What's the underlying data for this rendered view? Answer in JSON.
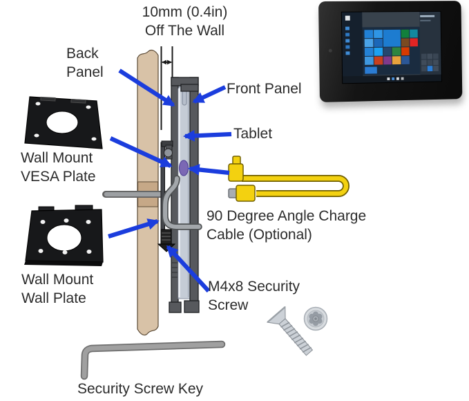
{
  "labels": {
    "offset": {
      "line1": "10mm (0.4in)",
      "line2": "Off The Wall"
    },
    "back_panel": {
      "line1": "Back",
      "line2": "Panel"
    },
    "front_panel": "Front Panel",
    "tablet": "Tablet",
    "vesa_plate": {
      "line1": "Wall Mount",
      "line2": "VESA Plate"
    },
    "charge_cable": {
      "line1": "90 Degree Angle Charge",
      "line2": "Cable (Optional)"
    },
    "wall_plate": {
      "line1": "Wall Mount",
      "line2": "Wall Plate"
    },
    "security_screw": {
      "line1": "M4x8 Security",
      "line2": "Screw"
    },
    "screw_key": "Security Screw Key"
  },
  "colors": {
    "arrow_blue": "#1b3ddd",
    "wall_tan": "#d8c2a7",
    "wall_band_tan": "#c6a887",
    "panel_dark_gray": "#57595d",
    "tablet_slab_gray": "#c5ccd6",
    "charge_port_purple": "#7b68b4",
    "cable_yellow": "#f3d110",
    "key_gray": "#9e9e9e",
    "screw_silver": "#ccd1d7",
    "plate_black": "#17181a"
  },
  "tablet_preview": {
    "screen_bg": "#38424c",
    "tiles": [
      {
        "l": 0,
        "t": 0,
        "w": 30,
        "h": 103,
        "c": "#15202d"
      },
      {
        "l": 30,
        "t": 22,
        "w": 86,
        "h": 70,
        "c": "#1a2c40"
      },
      {
        "l": 116,
        "t": 0,
        "w": 32,
        "h": 103,
        "c": "#27323e"
      },
      {
        "l": 117,
        "t": 5,
        "w": 22,
        "h": 3,
        "c": "#9fb0c0"
      },
      {
        "l": 117,
        "t": 12,
        "w": 16,
        "h": 2,
        "c": "#5d6d7d"
      },
      {
        "l": 5,
        "t": 5,
        "w": 7,
        "h": 7,
        "c": "#e3e7ea"
      },
      {
        "l": 5,
        "t": 21,
        "w": 6,
        "h": 5,
        "c": "#3f8cd6"
      },
      {
        "l": 5,
        "t": 30,
        "w": 6,
        "h": 5,
        "c": "#2e79c4"
      },
      {
        "l": 5,
        "t": 39,
        "w": 6,
        "h": 5,
        "c": "#3f8cd6"
      },
      {
        "l": 5,
        "t": 48,
        "w": 6,
        "h": 5,
        "c": "#2e79c4"
      },
      {
        "l": 5,
        "t": 57,
        "w": 6,
        "h": 5,
        "c": "#3f8cd6"
      },
      {
        "l": 33,
        "t": 26,
        "w": 13,
        "h": 12,
        "c": "#2181d6"
      },
      {
        "l": 47,
        "t": 26,
        "w": 13,
        "h": 12,
        "c": "#2f95e5"
      },
      {
        "l": 61,
        "t": 26,
        "w": 26,
        "h": 25,
        "c": "#1d7cd0"
      },
      {
        "l": 88,
        "t": 26,
        "w": 12,
        "h": 12,
        "c": "#12803c"
      },
      {
        "l": 101,
        "t": 26,
        "w": 12,
        "h": 12,
        "c": "#14889e"
      },
      {
        "l": 33,
        "t": 39,
        "w": 13,
        "h": 12,
        "c": "#4aa3e8"
      },
      {
        "l": 47,
        "t": 39,
        "w": 13,
        "h": 12,
        "c": "#1b67b8"
      },
      {
        "l": 88,
        "t": 39,
        "w": 12,
        "h": 12,
        "c": "#7a4a21"
      },
      {
        "l": 101,
        "t": 39,
        "w": 12,
        "h": 12,
        "c": "#e02424"
      },
      {
        "l": 33,
        "t": 52,
        "w": 13,
        "h": 12,
        "c": "#2482d6"
      },
      {
        "l": 47,
        "t": 52,
        "w": 13,
        "h": 12,
        "c": "#1da1f2"
      },
      {
        "l": 61,
        "t": 52,
        "w": 12,
        "h": 12,
        "c": "#25476e"
      },
      {
        "l": 74,
        "t": 52,
        "w": 13,
        "h": 12,
        "c": "#2e8540"
      },
      {
        "l": 88,
        "t": 52,
        "w": 12,
        "h": 12,
        "c": "#d83b01"
      },
      {
        "l": 33,
        "t": 65,
        "w": 13,
        "h": 12,
        "c": "#3f98e0"
      },
      {
        "l": 47,
        "t": 65,
        "w": 13,
        "h": 12,
        "c": "#c8401e"
      },
      {
        "l": 61,
        "t": 65,
        "w": 12,
        "h": 12,
        "c": "#803a8c"
      },
      {
        "l": 74,
        "t": 65,
        "w": 13,
        "h": 12,
        "c": "#e8a33d"
      },
      {
        "l": 88,
        "t": 65,
        "w": 12,
        "h": 12,
        "c": "#2b5797"
      },
      {
        "l": 33,
        "t": 80,
        "w": 18,
        "h": 10,
        "c": "#2b7cd3"
      },
      {
        "l": 118,
        "t": 62,
        "w": 8,
        "h": 8,
        "c": "#3a4654"
      },
      {
        "l": 127,
        "t": 62,
        "w": 8,
        "h": 8,
        "c": "#404c5a"
      },
      {
        "l": 136,
        "t": 62,
        "w": 8,
        "h": 8,
        "c": "#3a4654"
      },
      {
        "l": 118,
        "t": 71,
        "w": 8,
        "h": 8,
        "c": "#404c5a"
      },
      {
        "l": 127,
        "t": 71,
        "w": 8,
        "h": 8,
        "c": "#3a4654"
      },
      {
        "l": 136,
        "t": 71,
        "w": 8,
        "h": 8,
        "c": "#404c5a"
      },
      {
        "l": 118,
        "t": 80,
        "w": 8,
        "h": 8,
        "c": "#3a4654"
      },
      {
        "l": 127,
        "t": 80,
        "w": 8,
        "h": 8,
        "c": "#2b7cd3"
      },
      {
        "l": 136,
        "t": 80,
        "w": 8,
        "h": 8,
        "c": "#404c5a"
      },
      {
        "l": 0,
        "t": 93,
        "w": 148,
        "h": 10,
        "c": "#131a22"
      },
      {
        "l": 66,
        "t": 96,
        "w": 4,
        "h": 4,
        "c": "#d8dce0"
      },
      {
        "l": 73,
        "t": 96,
        "w": 4,
        "h": 4,
        "c": "#4a90d9"
      },
      {
        "l": 80,
        "t": 96,
        "w": 4,
        "h": 4,
        "c": "#d8dce0"
      },
      {
        "l": 87,
        "t": 96,
        "w": 4,
        "h": 4,
        "c": "#b8bcc0"
      }
    ]
  }
}
